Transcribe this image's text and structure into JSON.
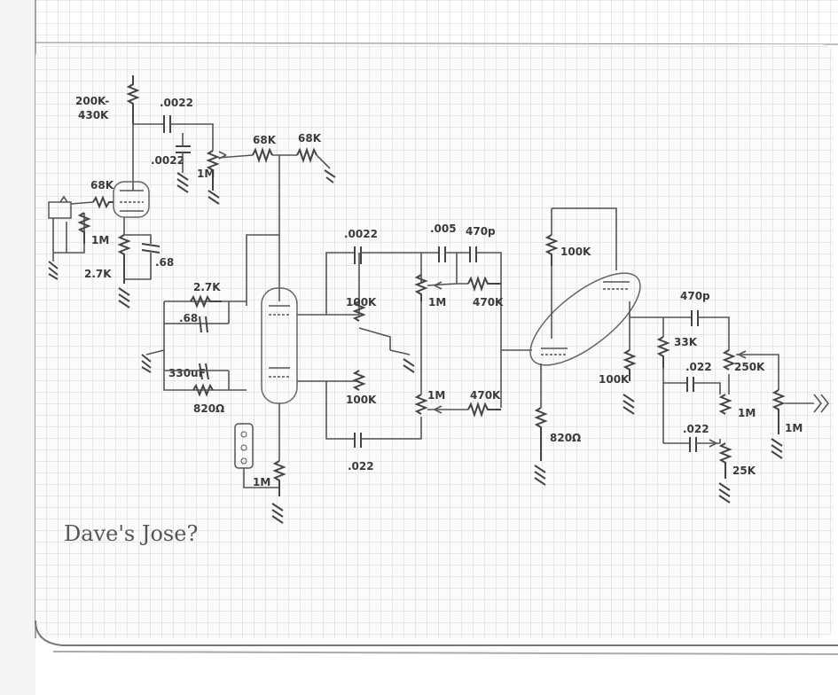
{
  "title": "Dave's Jose?",
  "labels": {
    "r_plate1": "200K-",
    "r_plate1b": "430K",
    "c1": ".0022",
    "c2": ".0022",
    "r_in": "68K",
    "r_grid": "1M",
    "r_cath1": "2.7K",
    "c_cath1": ".68",
    "r_pot1": "1M",
    "r_a": "68K",
    "r_b": "68K",
    "r_cath2": "2.7K",
    "c_cath2": ".68",
    "c_cath3": "330uF",
    "r_cath3": "820Ω",
    "r_gnd2": "1M",
    "c3": ".0022",
    "r_p2a": "100K",
    "r_p2b": "100K",
    "c4": ".022",
    "c5": ".005",
    "c6": "470p",
    "r_pot2": "1M",
    "r_470a": "470K",
    "r_pot3": "1M",
    "r_470b": "470K",
    "r_p3": "100K",
    "r_cath4": "820Ω",
    "r_out": "100K",
    "c7": "470p",
    "r_33": "33K",
    "r_250": "250K",
    "c8": ".022",
    "r_pot4": "1M",
    "c9": ".022",
    "r_25": "25K",
    "r_out2": "1M"
  }
}
